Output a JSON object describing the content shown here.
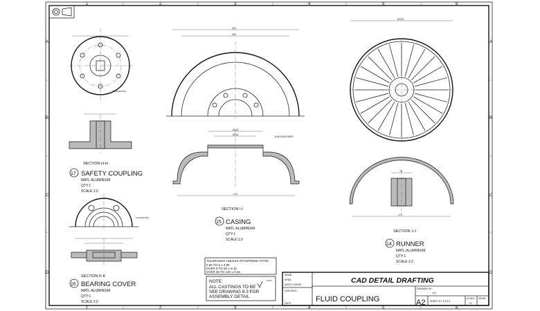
{
  "border": {
    "columns": [
      "1",
      "2",
      "3",
      "4",
      "5",
      "6"
    ],
    "rows": [
      "A",
      "B",
      "C",
      "D"
    ]
  },
  "parts": [
    {
      "number": "17",
      "name": "SAFETY COUPLING",
      "material": "MATL:ALUMINIUM",
      "qty": "QTY:1",
      "scale": "SCALE:1:2",
      "section": "SECTION H-H"
    },
    {
      "number": "16",
      "name": "BEARING COVER",
      "material": "MATL:ALUMINIUM",
      "qty": "QTY:1",
      "scale": "SCALE:1:2",
      "section": "SECTION K-K"
    },
    {
      "number": "15",
      "name": "CASING",
      "material": "MATL:ALUMINIUM",
      "qty": "QTY:1",
      "scale": "SCALE:1:2",
      "section": "SECTION I-I"
    },
    {
      "number": "14",
      "name": "RUNNER",
      "material": "MATL:ALUMINIUM",
      "qty": "QTY:1",
      "scale": "SCALE:1:2",
      "section": "SECTION J-J"
    }
  ],
  "callouts": {
    "holes_h": "6 HOLES Ø14",
    "holes_k": "6 HOLES Ø14",
    "casing_thread": "8-M12X20 DEEP",
    "dim_300": "300",
    "dim_280": "280",
    "dim_170": "170",
    "dim_140": "Ø140",
    "dim_110": "Ø110",
    "dim_378": "Ø378",
    "dim_70": "70"
  },
  "tolerance": {
    "title": "TOLERANCE UNLESS OTHERWISE STATE",
    "lines": [
      "0.50 TO 6 ± 0.05",
      "OVER 6 TO 30 ± 0.10",
      "OVER 30 TO 120 ± 0.15"
    ]
  },
  "note": {
    "label": "NOTE:",
    "lines": [
      "ALL CASTINGS TO BE",
      "SEE DRAWING 8.3 FOR",
      "ASSEMBLY DETAIL"
    ],
    "symbol_label": "CAST"
  },
  "title_block": {
    "name_label": "NAME:",
    "name_value": "ARIEL",
    "date_label": "DATE:17/09/08",
    "checked_label": "CHECKED:",
    "date2_label": "DATE:",
    "company": "CAD DETAIL DRAFTING",
    "title": "FLUID COUPLING",
    "drawing_no_label": "DRAWING Nº:",
    "drawing_no": "8.2",
    "size": "A2",
    "sheet": "SHEET 8.1 TO 8.3",
    "scale_label": "SCALE:",
    "scale_value": "1:2",
    "issue_label": "ISSUE:"
  }
}
